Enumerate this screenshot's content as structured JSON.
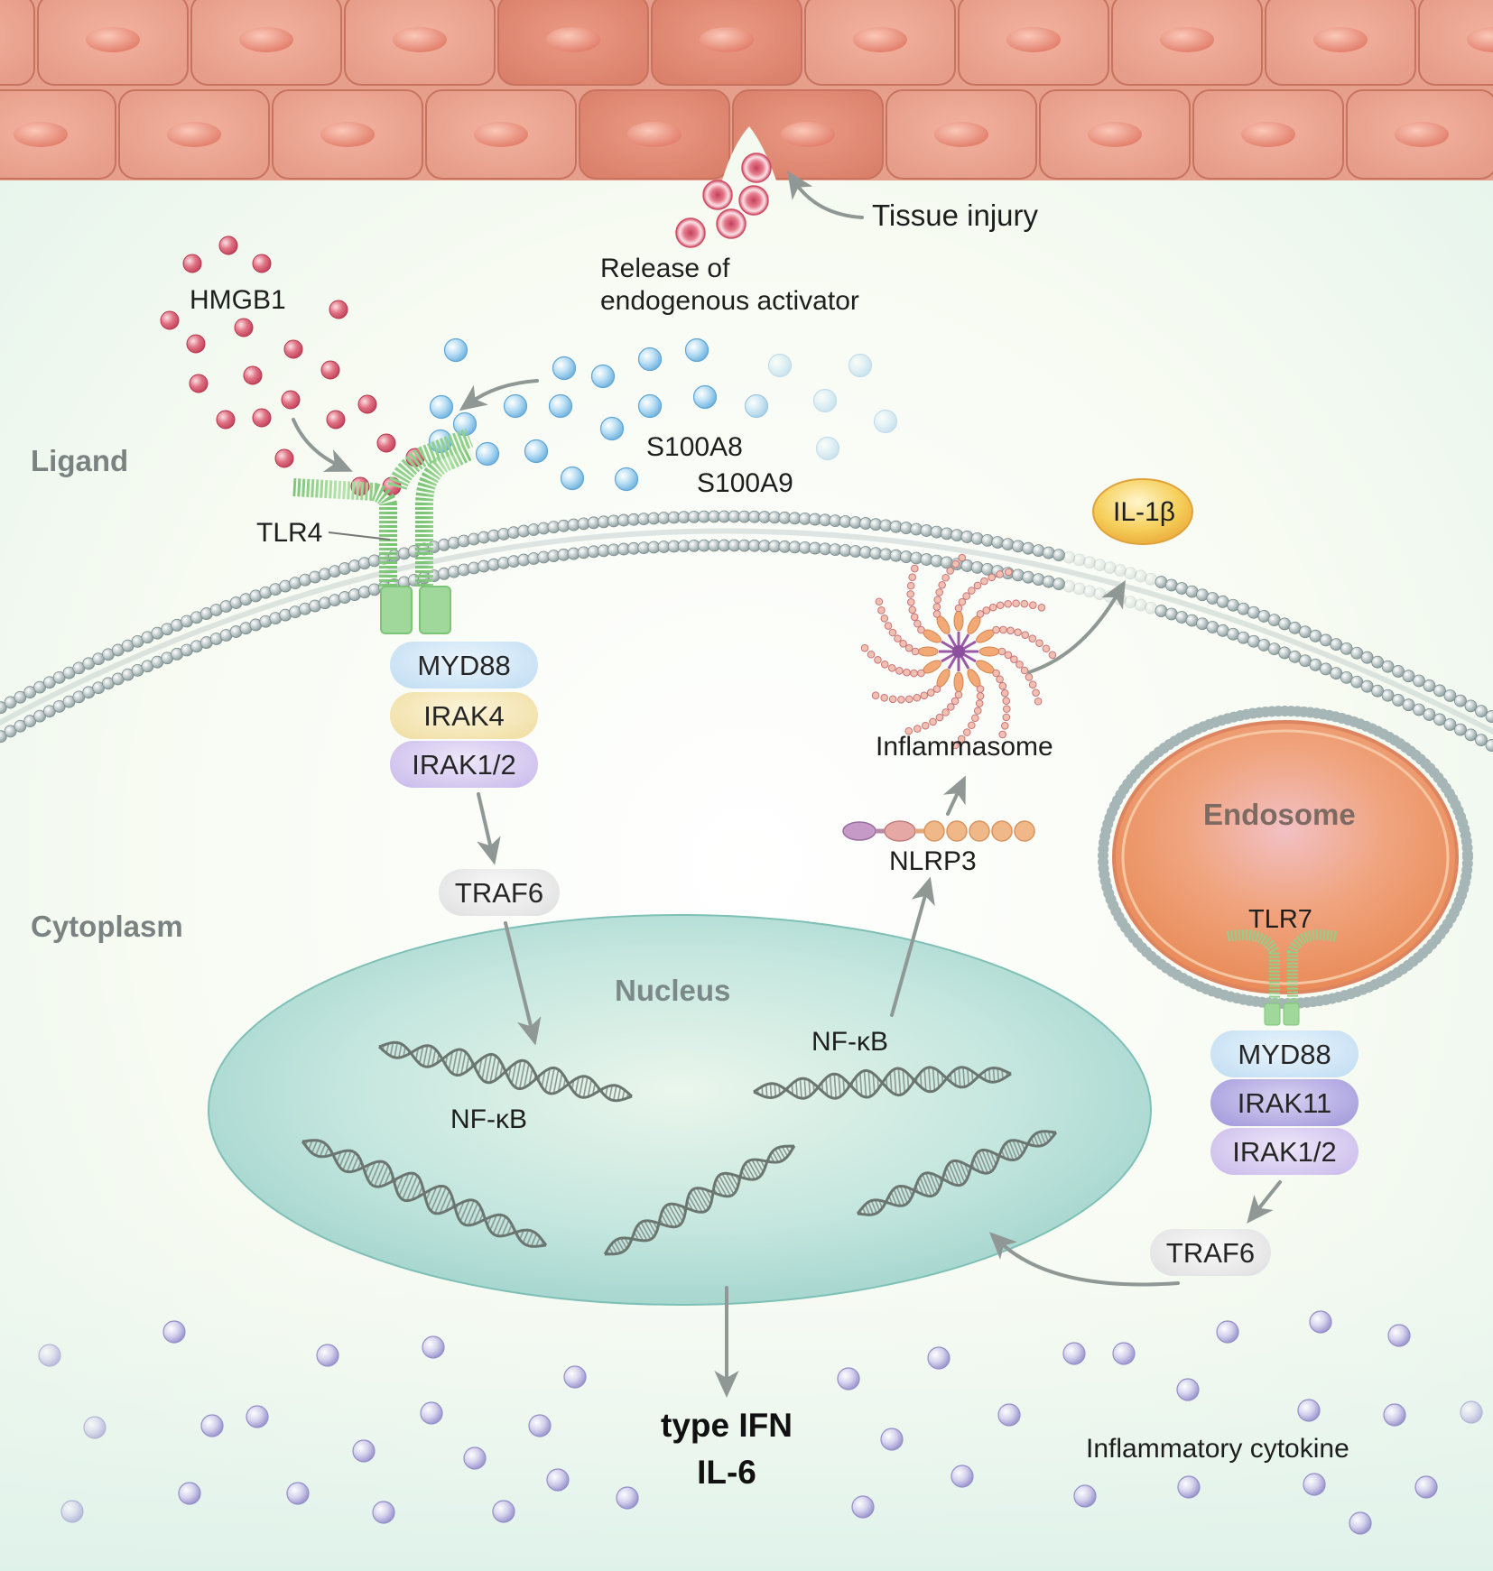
{
  "labels": {
    "tissue_injury": "Tissue injury",
    "release_line1": "Release of",
    "release_line2": "endogenous activator",
    "hmgb1": "HMGB1",
    "s100a8": "S100A8",
    "s100a9": "S100A9",
    "tlr4": "TLR4",
    "il1b": "IL-1β",
    "inflammasome": "Inflammasome",
    "nlrp3": "NLRP3",
    "endosome": "Endosome",
    "tlr7": "TLR7",
    "nucleus": "Nucleus",
    "nfkb_left": "NF-κB",
    "nfkb_right": "NF-κB",
    "inflammatory_cytokine": "Inflammatory cytokine",
    "type_ifn": "type IFN",
    "il6": "IL-6"
  },
  "regions": {
    "ligand": "Ligand",
    "cytoplasm": "Cytoplasm"
  },
  "tlr4_pathway": {
    "myd88": "MYD88",
    "irak4": "IRAK4",
    "irak12": "IRAK1/2",
    "traf6": "TRAF6"
  },
  "tlr7_pathway": {
    "myd88": "MYD88",
    "irak11": "IRAK11",
    "irak12": "IRAK1/2",
    "traf6": "TRAF6"
  },
  "colors": {
    "tissue": "#e9a08d",
    "membrane_bead": "#a9b8b8",
    "receptor": "#8fd08a",
    "hmgb1_dot": "#d8566a",
    "s100_dot": "#8cc4e8",
    "nucleus": "#b4dcd6",
    "endosome": "#ec9c6a",
    "myd88": "#cfe6f7",
    "irak4": "#f5e6b4",
    "irak12": "#d9cdf1",
    "traf6": "#ececec",
    "il1b": "#f6c650"
  }
}
